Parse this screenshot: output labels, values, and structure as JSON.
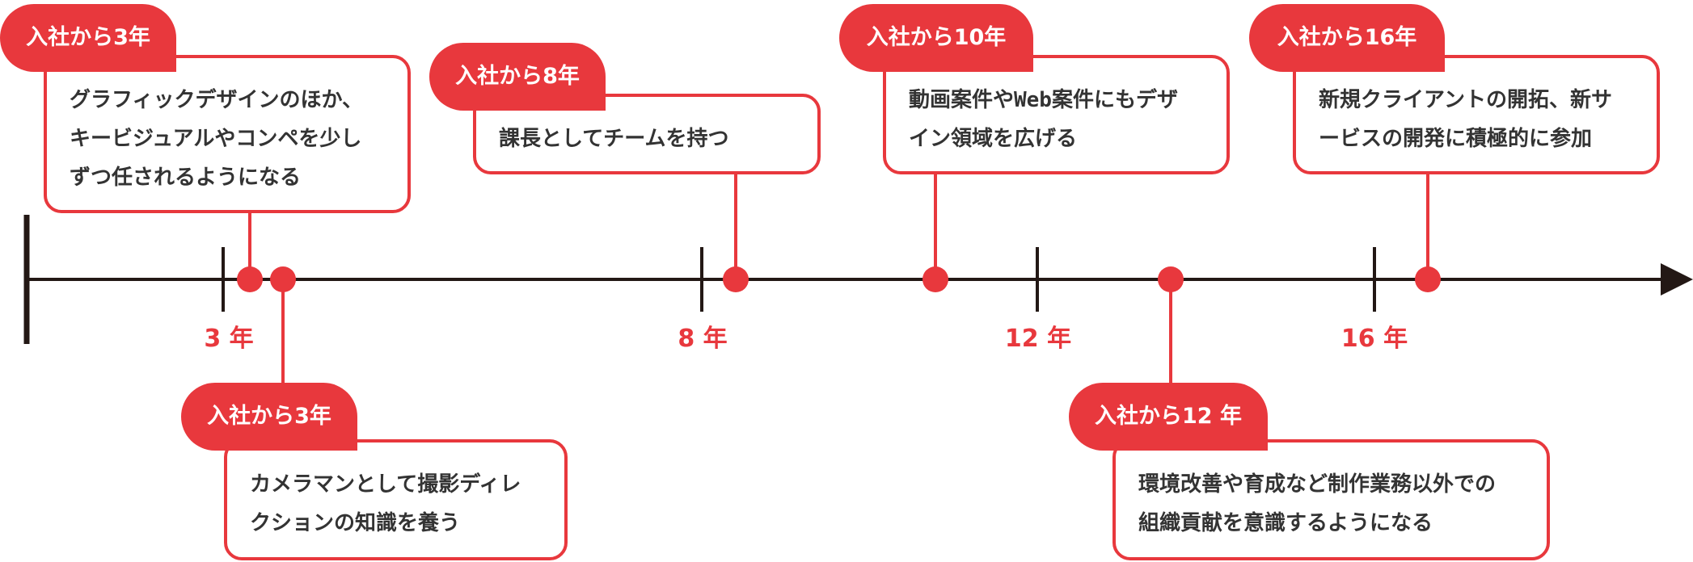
{
  "colors": {
    "accent": "#e8383d",
    "axis": "#231815",
    "text": "#333333"
  },
  "axis": {
    "ticks": [
      {
        "label": "3 年"
      },
      {
        "label": "8 年"
      },
      {
        "label": "12 年"
      },
      {
        "label": "16 年"
      }
    ]
  },
  "events": [
    {
      "tag": "入社から3年",
      "text": "グラフィックデザインのほか、\nキービジュアルやコンペを少し\nずつ任されるようになる"
    },
    {
      "tag": "入社から3年",
      "text": "カメラマンとして撮影ディレ\nクションの知識を養う"
    },
    {
      "tag": "入社から8年",
      "text": "課長としてチームを持つ"
    },
    {
      "tag": "入社から10年",
      "text": "動画案件やWeb案件にもデザ\nイン領域を広げる"
    },
    {
      "tag": "入社から12 年",
      "text": "環境改善や育成など制作業務以外での\n組織貢献を意識するようになる"
    },
    {
      "tag": "入社から16年",
      "text": "新規クライアントの開拓、新サ\nービスの開発に積極的に参加"
    }
  ]
}
